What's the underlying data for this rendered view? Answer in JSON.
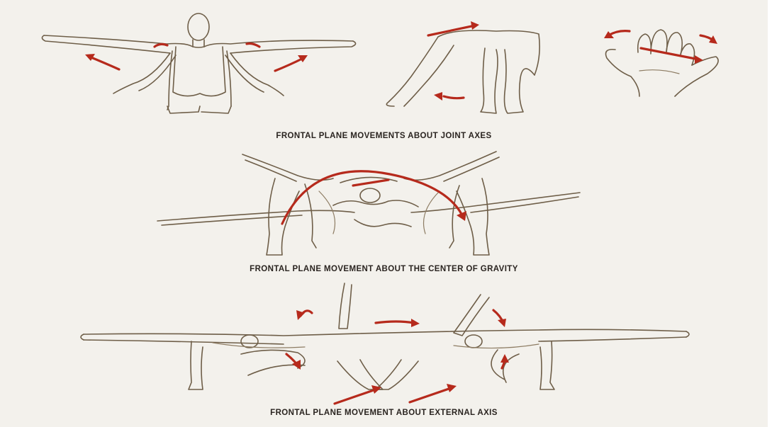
{
  "captions": {
    "joint_axes": "FRONTAL PLANE MOVEMENTS ABOUT JOINT AXES",
    "center_of_gravity": "FRONTAL PLANE MOVEMENT ABOUT THE CENTER OF GRAVITY",
    "external_axis": "FRONTAL PLANE MOVEMENT ABOUT EXTERNAL AXIS"
  },
  "colors": {
    "paper": "#f3f1ec",
    "line_art": "#6e5e48",
    "arrow": "#b62a1c",
    "caption_text": "#2a2420"
  }
}
